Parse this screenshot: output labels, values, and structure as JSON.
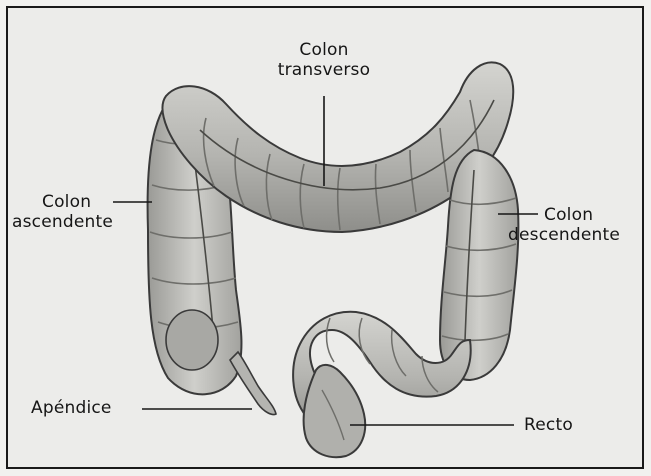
{
  "labels": {
    "colon_transverso": [
      "Colon",
      "transverso"
    ],
    "colon_ascendente": [
      "Colon",
      "ascendente"
    ],
    "colon_descendente": [
      "Colon",
      "descendente"
    ],
    "apendice": "Apéndice",
    "recto": "Recto"
  },
  "colors": {
    "frame": "#1a1a1a",
    "background": "#ececea",
    "organ_fill": "#bdbdb9",
    "organ_shadow": "#8c8c88",
    "organ_highlight": "#dcdcd8",
    "outline": "#3a3a3a",
    "leader_line": "#161616"
  }
}
